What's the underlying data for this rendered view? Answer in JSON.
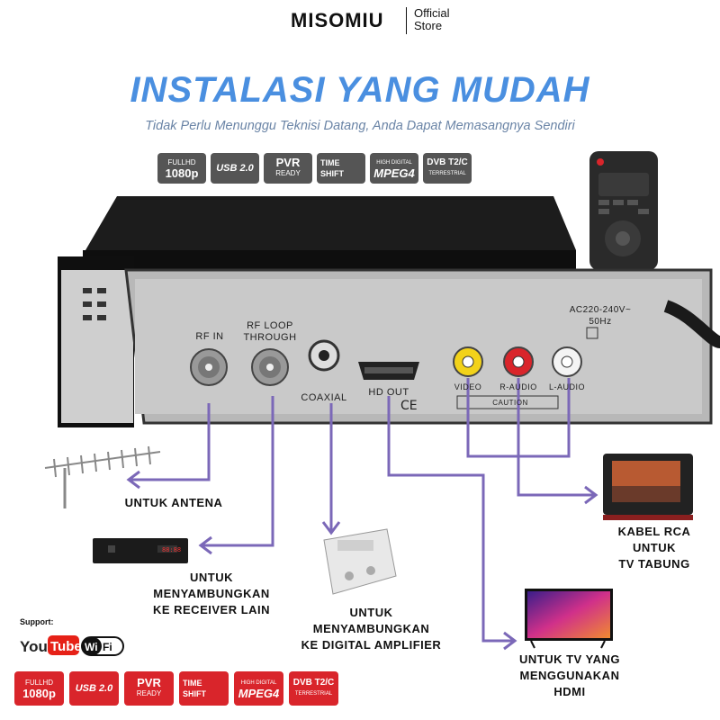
{
  "brand": {
    "name": "MISOMIU",
    "tagline_line1": "Official",
    "tagline_line2": "Store"
  },
  "headline": "INSTALASI YANG MUDAH",
  "subheadline": "Tidak Perlu Menunggu Teknisi Datang, Anda Dapat Memasangnya Sendiri",
  "feature_badges": [
    {
      "top": "FULLHD",
      "main": "1080p"
    },
    {
      "top": "",
      "main": "USB 2.0"
    },
    {
      "top": "",
      "main": "PVR",
      "sub": "READY"
    },
    {
      "top": "",
      "main": "TIME SHIFT"
    },
    {
      "top": "HIGH DIGITAL",
      "main": "MPEG4"
    },
    {
      "top": "",
      "main": "DVB T2/C",
      "sub": "TERRESTRIAL"
    }
  ],
  "ports": {
    "rf_in": "RF IN",
    "rf_loop_1": "RF LOOP",
    "rf_loop_2": "THROUGH",
    "coaxial": "COAXIAL",
    "hd_out": "HD OUT",
    "video": "VIDEO",
    "r_audio": "R-AUDIO",
    "l_audio": "L-AUDIO",
    "power_1": "AC220-240V~",
    "power_2": "50Hz",
    "caution": "CAUTION"
  },
  "connections": {
    "antenna": "UNTUK ANTENA",
    "receiver_1": "UNTUK MENYAMBUNGKAN",
    "receiver_2": "KE RECEIVER LAIN",
    "amplifier_1": "UNTUK MENYAMBUNGKAN",
    "amplifier_2": "KE DIGITAL AMPLIFIER",
    "rca_1": "KABEL RCA UNTUK",
    "rca_2": "TV TABUNG",
    "hdmi_1": "UNTUK TV YANG",
    "hdmi_2": "MENGGUNAKAN HDMI"
  },
  "support": {
    "label": "Support:",
    "youtube": "YouTube",
    "wifi": "WiFi"
  },
  "colors": {
    "headline": "#4a8fe0",
    "arrow": "#7b68b8",
    "badge_grey": "#555555",
    "badge_red": "#d9252b"
  },
  "icons": [
    "antenna-icon",
    "receiver-icon",
    "amplifier-icon",
    "crt-tv-icon",
    "flat-tv-icon",
    "remote-icon"
  ]
}
